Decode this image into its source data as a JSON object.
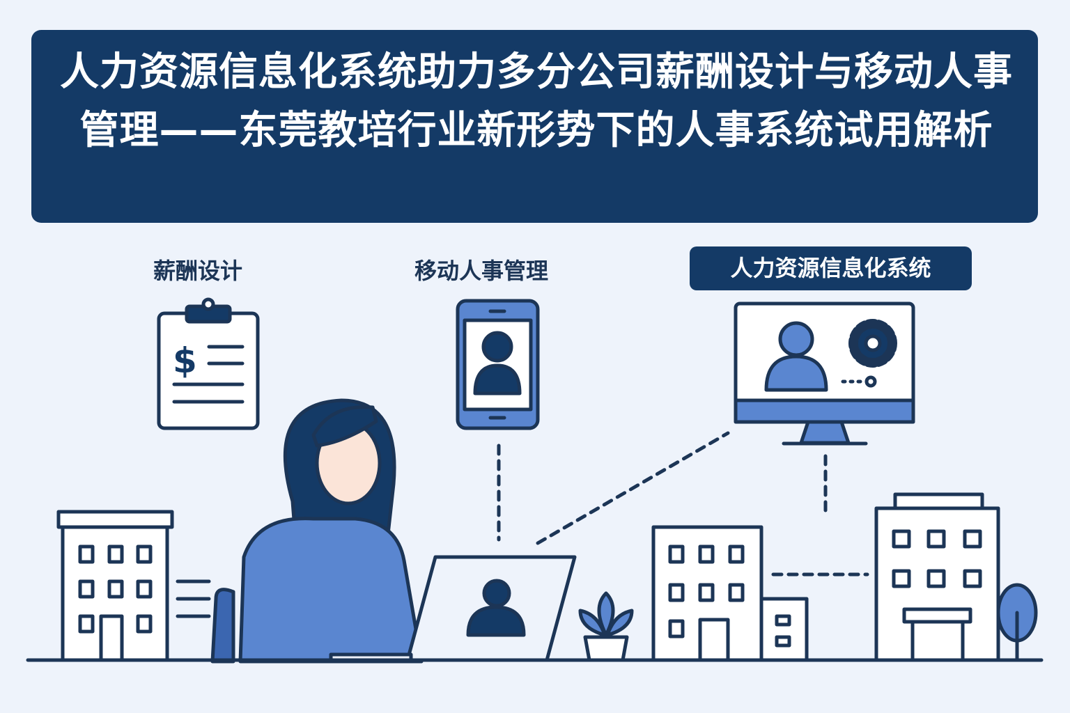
{
  "title": "人力资源信息化系统助力多分公司薪酬设计与移动人事管理——东莞教培行业新形势下的人事系统试用解析",
  "labels": {
    "salary": "薪酬设计",
    "mobile": "移动人事管理",
    "system": "人力资源信息化系统"
  },
  "colors": {
    "navy": "#143a66",
    "blue": "#5a86d0",
    "background": "#eef3fb",
    "outline": "#1c3556"
  }
}
